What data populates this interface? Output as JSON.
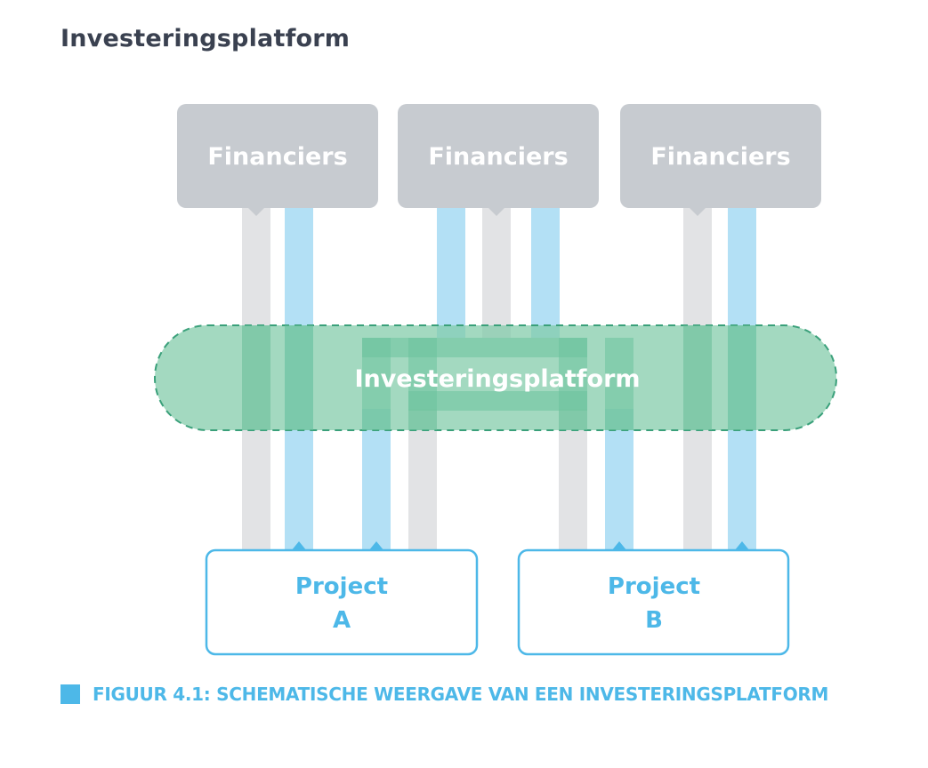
{
  "title": "Investeringsplatform",
  "diagram": {
    "financiers": [
      {
        "label": "Financiers"
      },
      {
        "label": "Financiers"
      },
      {
        "label": "Financiers"
      }
    ],
    "platform": {
      "label": "Investeringsplatform"
    },
    "projects": [
      {
        "line1": "Project",
        "line2": "A"
      },
      {
        "line1": "Project",
        "line2": "B"
      }
    ],
    "colors": {
      "financier_box": "#c7cbd0",
      "grey_flow": "#e2e3e5",
      "blue_flow": "#b3e0f5",
      "platform_fill": "#7fcba8",
      "platform_border": "#3aa07a",
      "project_border": "#4db8e8",
      "title": "#3a4150",
      "caption": "#4db8e8"
    }
  },
  "caption": {
    "text": "FIGUUR 4.1: SCHEMATISCHE WEERGAVE VAN EEN INVESTERINGSPLATFORM"
  }
}
